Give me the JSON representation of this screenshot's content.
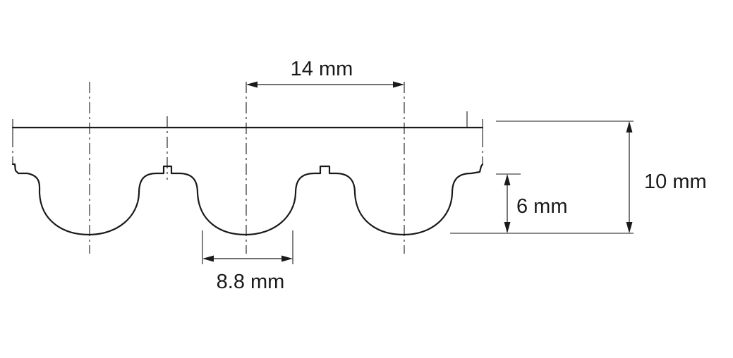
{
  "diagram": {
    "dimensions": {
      "pitch": "14 mm",
      "tooth_width": "8.8 mm",
      "tooth_height": "6 mm",
      "belt_height": "10 mm"
    },
    "colors": {
      "line": "#1a1a1a",
      "background": "#ffffff"
    }
  }
}
